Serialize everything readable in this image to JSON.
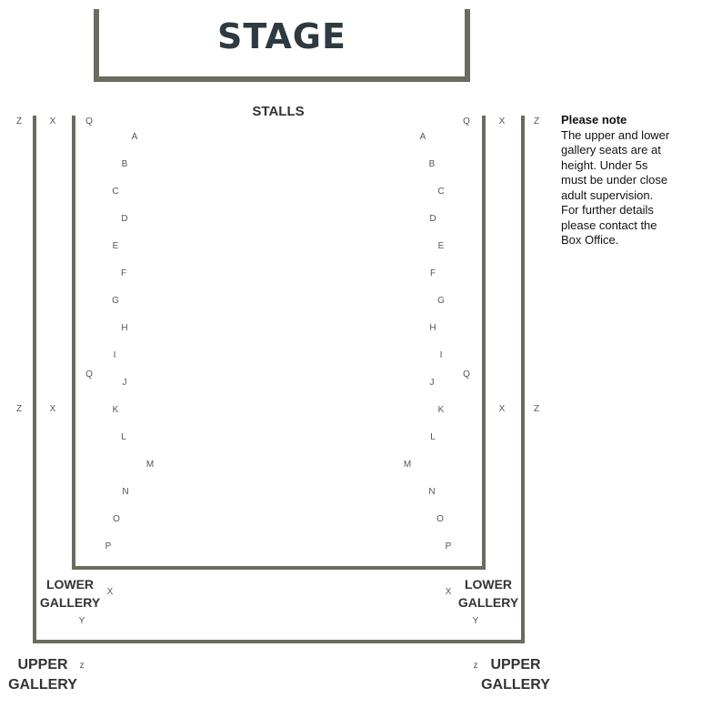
{
  "stage_label": "STAGE",
  "stalls_label": "STALLS",
  "note": {
    "title": "Please note",
    "lines": [
      "The upper and lower",
      "gallery seats are at",
      "height. Under 5s",
      "must be under close",
      "adult supervision.",
      "For further details",
      "please contact the",
      "Box Office."
    ]
  },
  "left_lower_gallery": [
    "LOWER",
    "GALLERY"
  ],
  "right_lower_gallery": [
    "LOWER",
    "GALLERY"
  ],
  "left_upper_gallery": [
    "UPPER",
    "GALLERY"
  ],
  "right_upper_gallery": [
    "UPPER",
    "GALLERY"
  ],
  "stalls_rows_left": [
    "A",
    "B",
    "C",
    "D",
    "E",
    "F",
    "G",
    "H",
    "I",
    "J",
    "K",
    "L",
    "M",
    "N",
    "O",
    "P"
  ],
  "stalls_rows_right": [
    "A",
    "B",
    "C",
    "D",
    "E",
    "F",
    "G",
    "H",
    "I",
    "J",
    "K",
    "L",
    "M",
    "N",
    "O",
    "P"
  ],
  "side_rows": {
    "outer": "Z",
    "upper_side": "X",
    "lower_side": "Q",
    "lower_gallery_row_x": "X",
    "lower_gallery_row_y": "Y",
    "upper_gallery_row_z": "Z",
    "upper_gallery_row_z_lower": "z"
  }
}
